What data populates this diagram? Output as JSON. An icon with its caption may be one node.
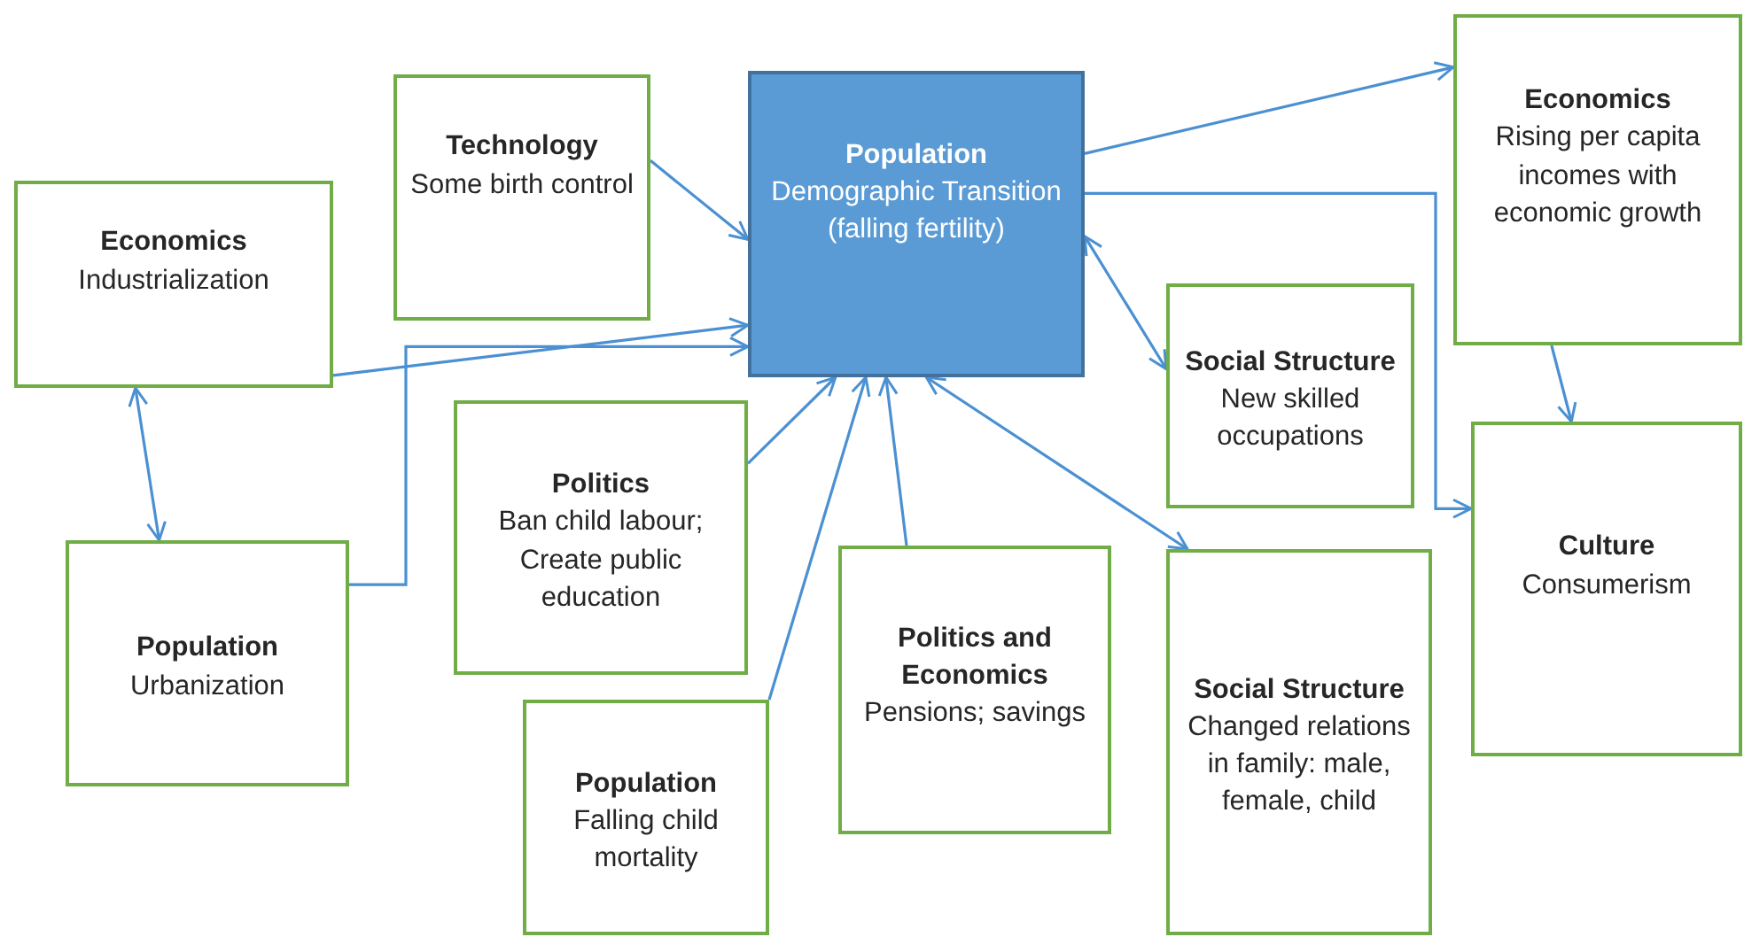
{
  "diagram": {
    "nodes": [
      {
        "text": [
          "Economics",
          "Rising per capita incomes with economic growth"
        ]
      },
      {
        "text": [
          "Population",
          "Demographic Transition (falling fertility)"
        ]
      },
      {
        "text": [
          "Technology",
          "Some birth control"
        ]
      },
      {
        "text": [
          "Economics",
          "Industrialization"
        ]
      },
      {
        "text": [
          "Social Structure",
          "New skilled occupations"
        ]
      },
      {
        "text": [
          "Politics",
          "Ban child labour; Create public education"
        ]
      },
      {
        "text": [
          "Culture",
          "Consumerism"
        ]
      },
      {
        "text": [
          "Population",
          "Urbanization"
        ]
      },
      {
        "text": [
          "Politics and Economics",
          "Pensions; savings"
        ]
      },
      {
        "text": [
          "Social Structure",
          "Changed relations in family: male, female, child"
        ]
      },
      {
        "text": [
          "Population",
          "Falling child mortality"
        ]
      }
    ],
    "edges": [
      {
        "from": 2,
        "to": 1,
        "arrow": "to"
      },
      {
        "from": 3,
        "to": 1,
        "arrow": "to"
      },
      {
        "from": 7,
        "to": 1,
        "arrow": "to"
      },
      {
        "from": 3,
        "to": 7,
        "arrow": "both"
      },
      {
        "from": 5,
        "to": 1,
        "arrow": "to"
      },
      {
        "from": 10,
        "to": 1,
        "arrow": "to"
      },
      {
        "from": 8,
        "to": 1,
        "arrow": "to"
      },
      {
        "from": 1,
        "to": 9,
        "arrow": "both"
      },
      {
        "from": 1,
        "to": 4,
        "arrow": "both"
      },
      {
        "from": 1,
        "to": 0,
        "arrow": "to"
      },
      {
        "from": 1,
        "to": 6,
        "arrow": "to"
      },
      {
        "from": 0,
        "to": 6,
        "arrow": "to"
      }
    ]
  }
}
